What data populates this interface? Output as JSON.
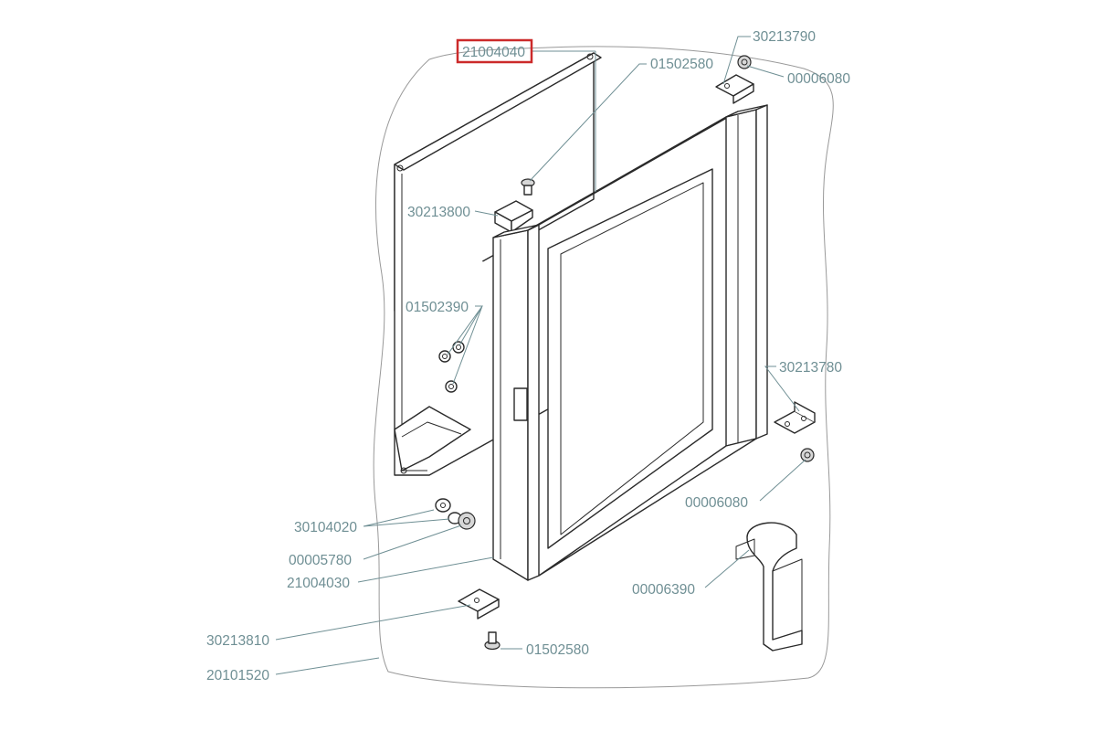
{
  "diagram": {
    "highlight_color": "#cc2a2a",
    "label_color": "#6f8f94",
    "labels": {
      "top_panel": "21004040",
      "top_bracket": "30213790",
      "top_screw": "01502580",
      "top_nut": "00006080",
      "upper_hinge_plate": "30213800",
      "bolts": "01502390",
      "right_hinge": "30213780",
      "right_nut": "00006080",
      "washer": "30104020",
      "roller": "00005780",
      "door_frame": "21004030",
      "handle": "00006390",
      "bottom_bracket": "30213810",
      "bottom_screw": "01502580",
      "assembly": "20101520"
    }
  }
}
